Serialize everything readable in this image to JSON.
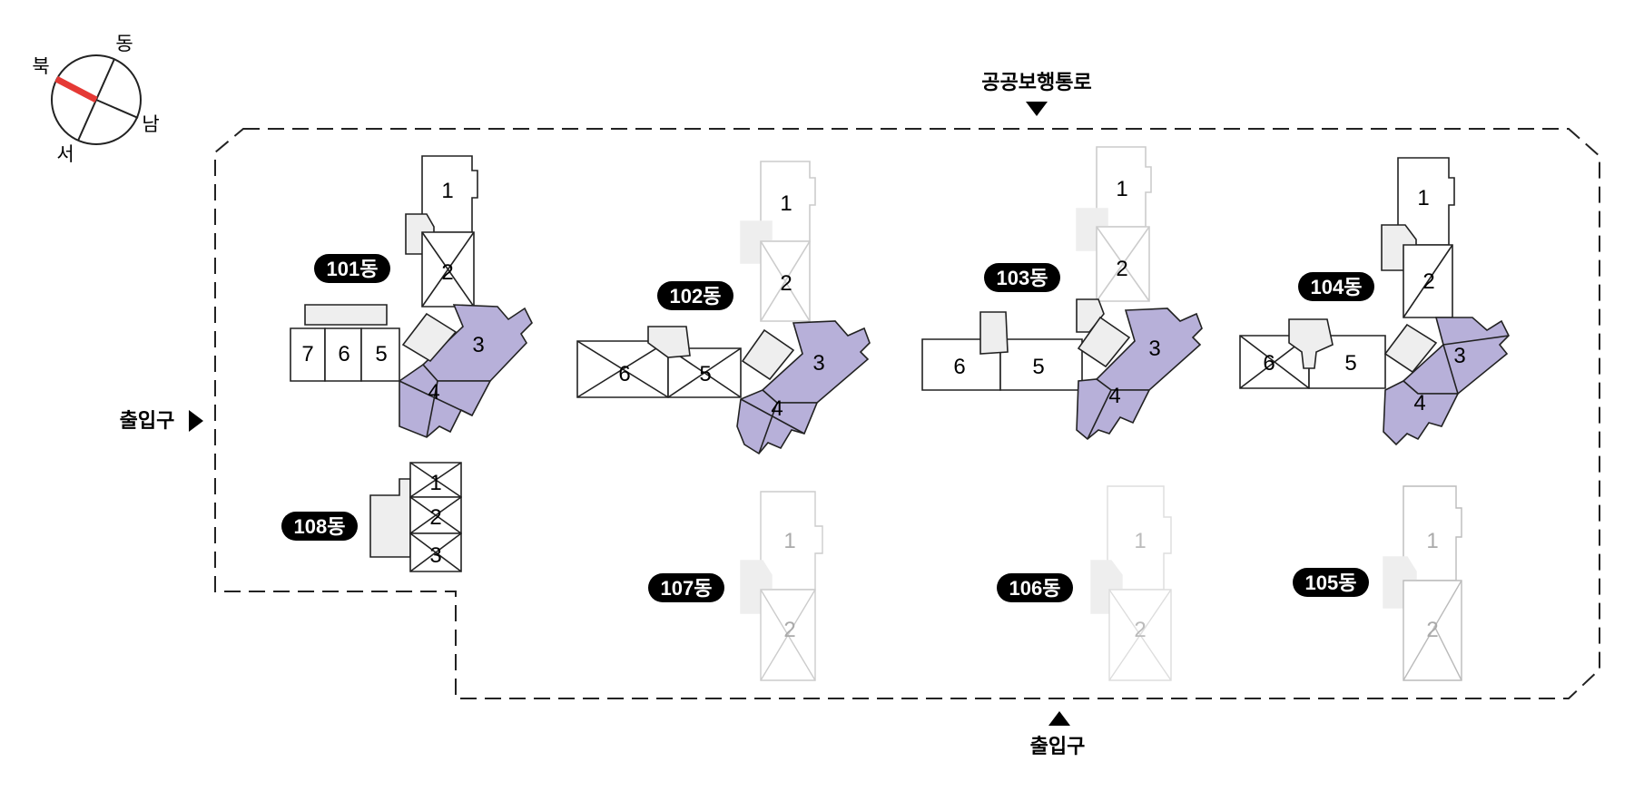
{
  "compass": {
    "north": "북",
    "east": "동",
    "south": "남",
    "west": "서",
    "needle_color": "#e53935"
  },
  "labels": {
    "top_road": "공공보행통로",
    "entrance_left": "출입구",
    "entrance_bottom": "출입구"
  },
  "buildings": [
    {
      "label": "101동",
      "units": [
        "1",
        "2",
        "3",
        "4",
        "5",
        "6",
        "7"
      ],
      "highlighted_units": [
        "3",
        "4"
      ]
    },
    {
      "label": "102동",
      "units": [
        "1",
        "2",
        "3",
        "4",
        "5",
        "6"
      ],
      "highlighted_units": [
        "3",
        "4"
      ]
    },
    {
      "label": "103동",
      "units": [
        "1",
        "2",
        "3",
        "4",
        "5",
        "6"
      ],
      "highlighted_units": [
        "3",
        "4"
      ]
    },
    {
      "label": "104동",
      "units": [
        "1",
        "2",
        "3",
        "4",
        "5",
        "6"
      ],
      "highlighted_units": [
        "3",
        "4"
      ]
    },
    {
      "label": "105동",
      "units": [
        "1",
        "2"
      ],
      "highlighted_units": []
    },
    {
      "label": "106동",
      "units": [
        "1",
        "2"
      ],
      "highlighted_units": []
    },
    {
      "label": "107동",
      "units": [
        "1",
        "2"
      ],
      "highlighted_units": []
    },
    {
      "label": "108동",
      "units": [
        "1",
        "2",
        "3"
      ],
      "highlighted_units": []
    }
  ],
  "colors": {
    "highlight": "#b7b0d9",
    "core": "#eeeeee",
    "badge": "#000000",
    "badge_text": "#ffffff",
    "outline": "#222222",
    "faded": "#cccccc"
  }
}
